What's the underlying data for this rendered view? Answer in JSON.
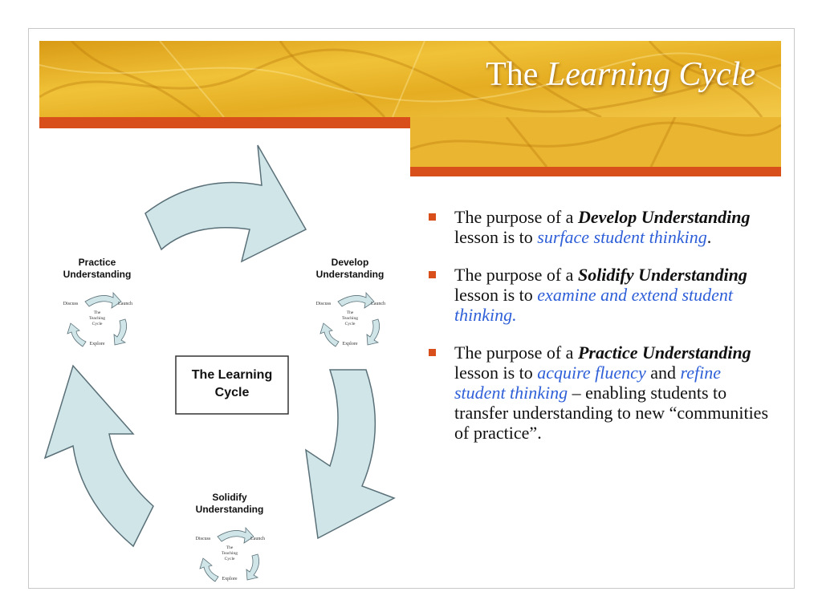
{
  "slide": {
    "title_prefix": "The",
    "title_italic": "Learning Cycle",
    "colors": {
      "accent": "#d94f1c",
      "link_blue": "#2e5fd8",
      "arrow_fill": "#cfe5e8",
      "arrow_stroke": "#5a7078"
    }
  },
  "diagram": {
    "center_label_line1": "The Learning",
    "center_label_line2": "Cycle",
    "nodes": [
      {
        "line1": "Practice",
        "line2": "Understanding"
      },
      {
        "line1": "Develop",
        "line2": "Understanding"
      },
      {
        "line1": "Solidify",
        "line2": "Understanding"
      }
    ],
    "mini_cycle": {
      "left": "Discuss",
      "right": "Launch",
      "bottom": "Explore",
      "center_line1": "The",
      "center_line2": "Teaching",
      "center_line3": "Cycle"
    }
  },
  "bullets": [
    {
      "t1": "The purpose of a ",
      "b1": "Develop Understanding",
      "t2": " lesson is to ",
      "h1": "surface student thinking",
      "t3": "."
    },
    {
      "t1": "The purpose of a ",
      "b1": "Solidify Understanding",
      "t2": " lesson is to ",
      "h1": "examine and extend student thinking."
    },
    {
      "t1": "The purpose of a ",
      "b1": "Practice Understanding",
      "t2": " lesson is to ",
      "h1": "acquire fluency",
      "t3": " and ",
      "h2": "refine student thinking",
      "t4": " – enabling students to transfer understanding to new “communities of practice”."
    }
  ]
}
